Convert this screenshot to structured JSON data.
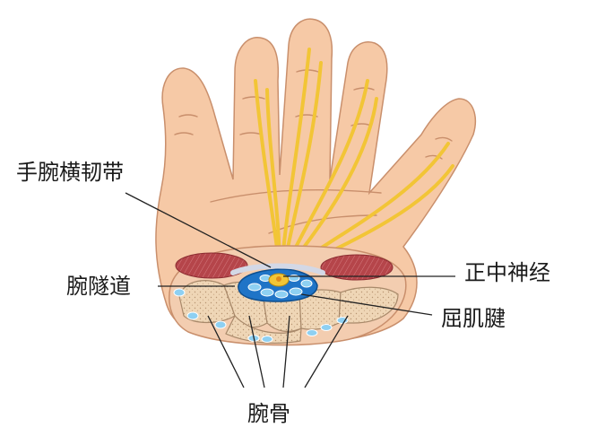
{
  "labels": {
    "transverse_ligament": "手腕横韧带",
    "carpal_tunnel": "腕隧道",
    "median_nerve": "正中神经",
    "flexor_tendons": "屈肌腱",
    "carpal_bones": "腕骨"
  },
  "colors": {
    "skin": "#f6c9a6",
    "skin_outline": "#c98f6c",
    "nerve": "#f2c536",
    "muscle": "#b5454a",
    "bone": "#efd6b6",
    "tunnel": "#1f74c7",
    "tendon": "#8ed0f2",
    "leader_line": "#222222"
  }
}
